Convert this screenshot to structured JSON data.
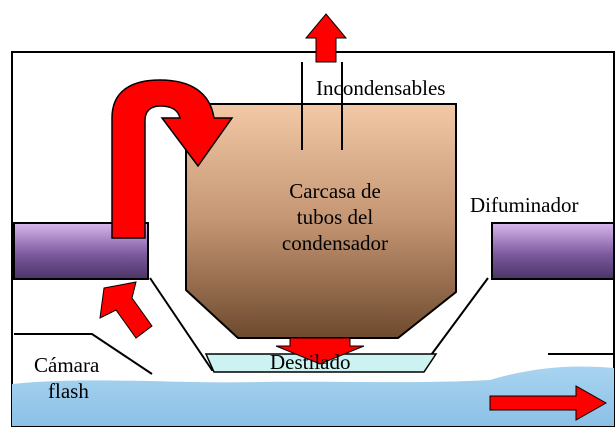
{
  "labels": {
    "noncondensables": "Incondensables",
    "condenser_shell": "Carcasa de tubos del condensador",
    "diffuser": "Difuminador",
    "distillate": "Destilado",
    "flash_chamber_line1": "Cámara",
    "flash_chamber_line2": "flash"
  },
  "colors": {
    "outline": "#000000",
    "arrow": "#ff0000",
    "condenser_top": "#f2c9a6",
    "condenser_bottom": "#6e4a2e",
    "pipe_top": "#d9b8ec",
    "pipe_mid": "#7e5aa0",
    "pipe_bottom": "#4a3466",
    "water": "#99ccee",
    "distillate": "#ccf2f2"
  },
  "icons": {
    "flow_arrows": "arrow-icon"
  }
}
